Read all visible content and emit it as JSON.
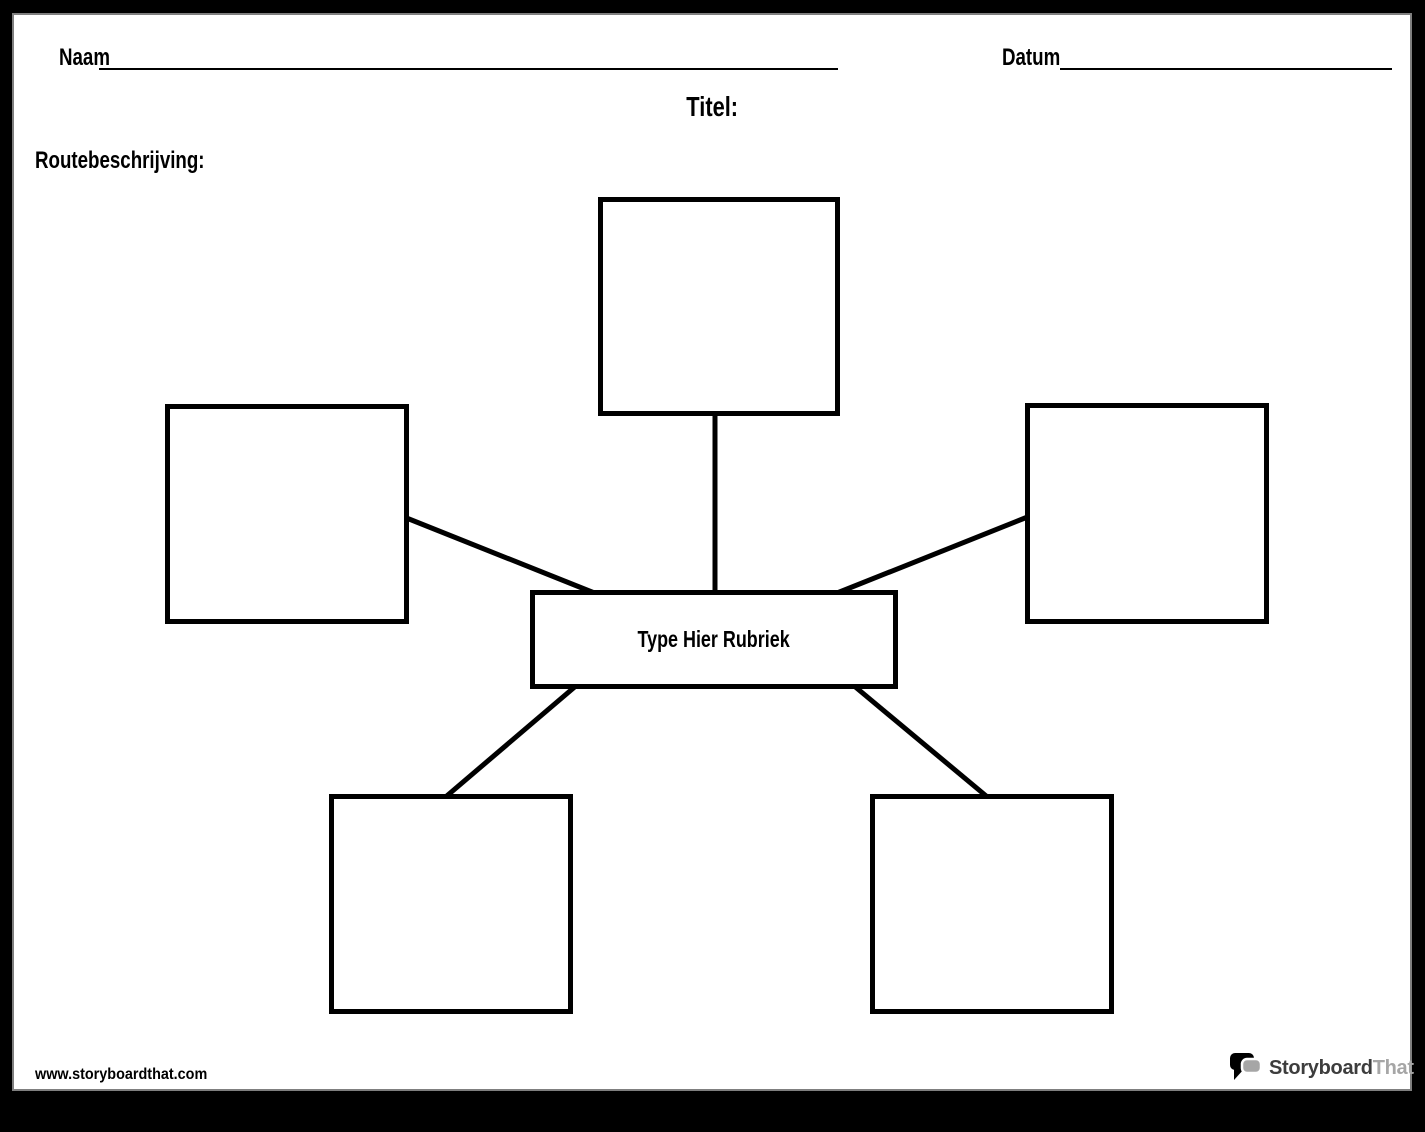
{
  "page": {
    "naam_label": "Naam",
    "datum_label": "Datum",
    "titel_label": "Titel:",
    "directions_label": "Routebeschrijving:"
  },
  "diagram": {
    "type": "spider-map",
    "center_label": "Type Hier Rubriek",
    "cells": [
      {
        "id": "cell-top"
      },
      {
        "id": "cell-left"
      },
      {
        "id": "cell-right"
      },
      {
        "id": "cell-bottom-left"
      },
      {
        "id": "cell-bottom-right"
      }
    ]
  },
  "footer": {
    "website": "www.storyboardthat.com",
    "logo_primary": "Storyboard",
    "logo_secondary": "That"
  },
  "colors": {
    "ink": "#000000",
    "page_background": "#ffffff",
    "outer_frame": "#000000",
    "page_edge_gray": "#7f7f7f",
    "logo_dark": "#3d3d3d",
    "logo_gray": "#a6a6a6"
  }
}
